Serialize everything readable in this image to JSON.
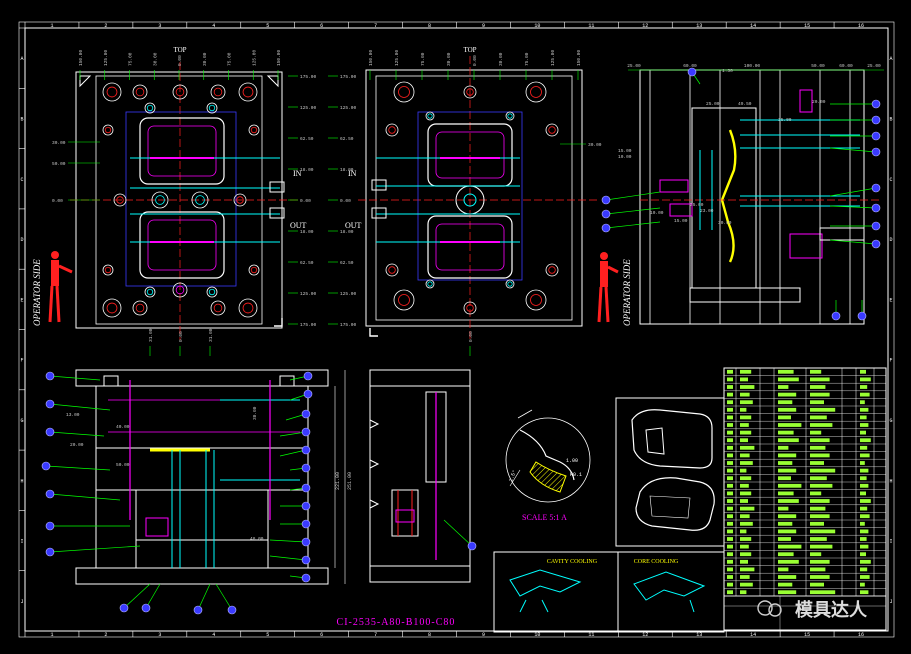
{
  "colors": {
    "frame": "#ffffff",
    "part": "#ffffff",
    "dim": "#c8c8c8",
    "cyan": "#00ffff",
    "magenta": "#ff00ff",
    "red": "#ff2020",
    "green": "#00ff00",
    "yellow": "#ffff00",
    "blue": "#3a3aff",
    "lime": "#99ff33"
  },
  "border": {
    "top_numbers": [
      "1",
      "2",
      "3",
      "4",
      "5",
      "6",
      "7",
      "8",
      "9",
      "10",
      "11",
      "12",
      "13",
      "14",
      "15",
      "16"
    ],
    "bottom_numbers": [
      "1",
      "2",
      "3",
      "4",
      "5",
      "6",
      "7",
      "8",
      "9",
      "10",
      "11",
      "12",
      "13",
      "14",
      "15",
      "16"
    ],
    "left_letters": [
      "A",
      "B",
      "C",
      "D",
      "E",
      "F",
      "G",
      "H",
      "I",
      "J"
    ]
  },
  "labels": {
    "top_a": "TOP",
    "top_b": "TOP",
    "in_a": "IN",
    "out_a": "OUT",
    "in_b": "IN",
    "out_b": "OUT",
    "operator_side_left": "OPERATOR SIDE",
    "operator_side_right": "OPERATOR SIDE",
    "scale": "SCALE 5:1 A",
    "cavity_cooling": "CAVITY COOLING",
    "core_cooling": "CORE COOLING",
    "mold_code": "CI-2535-A80-B100-C80",
    "watermark": "模具达人"
  },
  "dims_plate_a": {
    "top": [
      "150.00",
      "125.00",
      "75.00",
      "30.00",
      "0.00",
      "30.00",
      "75.00",
      "125.00",
      "150.00"
    ],
    "right": [
      "175.00",
      "125.00",
      "62.50",
      "18.00",
      "0.00",
      "18.00",
      "62.50",
      "125.00",
      "175.00"
    ],
    "left": [
      "30.00",
      "50.00",
      "0.00"
    ],
    "bottom": [
      "31.00",
      "0.00",
      "31.00"
    ]
  },
  "dims_plate_b": {
    "top": [
      "150.00",
      "125.00",
      "75.00",
      "30.00",
      "0.00",
      "30.00",
      "75.00",
      "125.00",
      "150.00"
    ],
    "left": [
      "175.00",
      "125.00",
      "62.50",
      "18.00",
      "0.00",
      "18.00",
      "62.50",
      "125.00",
      "175.00"
    ],
    "right": [
      "30.00"
    ],
    "bottom": [
      "0.00"
    ]
  },
  "dims_section": {
    "top": [
      "25.00",
      "60.00",
      "100.00",
      "50.00",
      "60.00",
      "25.00"
    ],
    "mid": [
      "1.30",
      "25.00",
      "49.50",
      "20.00",
      "15.00"
    ],
    "misc": [
      "15.00",
      "10.00",
      "15.00",
      "10.00",
      "35.00",
      "23.00",
      "30.00"
    ]
  },
  "dims_front": {
    "left": [
      "13.00",
      "40.00",
      "20.00",
      "50.00"
    ],
    "height": [
      "221.00",
      "251.00"
    ],
    "misc": [
      "48.00",
      "30.00"
    ]
  },
  "title_block": {
    "rows": 30
  }
}
